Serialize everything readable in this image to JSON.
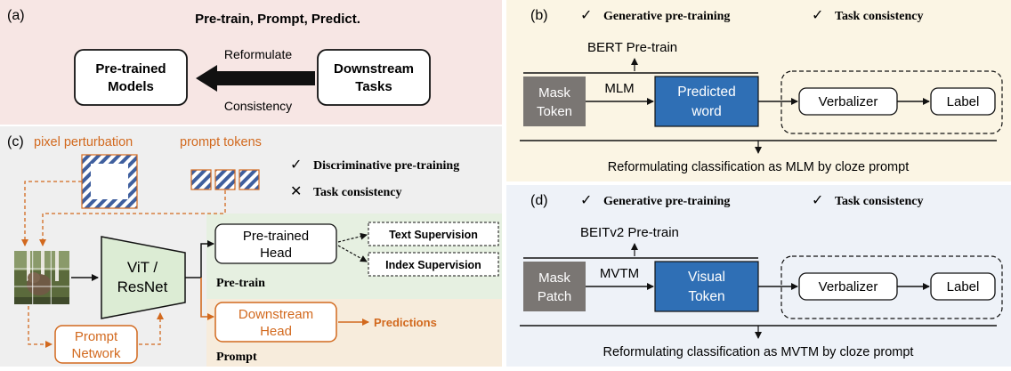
{
  "colors": {
    "panel_a_bg": "#f7e6e4",
    "panel_b_bg": "#fbf5e4",
    "panel_c_bg": "#efefef",
    "panel_d_bg": "#eef2f8",
    "pretrain_region_bg": "#e6f0e1",
    "prompt_region_bg": "#f7ecdc",
    "orange": "#d2691e",
    "blue_box": "#2f6fb5",
    "gray_box": "#7a7673",
    "vit_fill": "#dcecd4"
  },
  "panel_a": {
    "tag": "(a)",
    "title": "Pre-train, Prompt, Predict.",
    "left_box_line1": "Pre-trained",
    "left_box_line2": "Models",
    "right_box_line1": "Downstream",
    "right_box_line2": "Tasks",
    "arrow_top_label": "Reformulate",
    "arrow_bottom_label": "Consistency"
  },
  "panel_b": {
    "tag": "(b)",
    "check1": "✓",
    "check1_label": "Generative pre-training",
    "check2": "✓",
    "check2_label": "Task consistency",
    "pretrain_label": "BERT Pre-train",
    "input_line1": "Mask",
    "input_line2": "Token",
    "edge_label": "MLM",
    "mid_line1": "Predicted",
    "mid_line2": "word",
    "verbalizer": "Verbalizer",
    "label": "Label",
    "caption": "Reformulating classification as MLM by cloze prompt"
  },
  "panel_c": {
    "tag": "(c)",
    "pixel_label": "pixel perturbation",
    "prompt_tokens_label": "prompt tokens",
    "check1": "✓",
    "check1_label": "Discriminative pre-training",
    "check2": "✕",
    "check2_label": "Task consistency",
    "backbone_line1": "ViT /",
    "backbone_line2": "ResNet",
    "head_line1": "Pre-trained",
    "head_line2": "Head",
    "text_supervision": "Text Supervision",
    "index_supervision": "Index Supervision",
    "pretrain_label": "Pre-train",
    "ds_head_line1": "Downstream",
    "ds_head_line2": "Head",
    "predictions": "Predictions",
    "prompt_label": "Prompt",
    "prompt_net_line1": "Prompt",
    "prompt_net_line2": "Network"
  },
  "panel_d": {
    "tag": "(d)",
    "check1": "✓",
    "check1_label": "Generative pre-training",
    "check2": "✓",
    "check2_label": "Task consistency",
    "pretrain_label": "BEITv2 Pre-train",
    "input_line1": "Mask",
    "input_line2": "Patch",
    "edge_label": "MVTM",
    "mid_line1": "Visual",
    "mid_line2": "Token",
    "verbalizer": "Verbalizer",
    "label": "Label",
    "caption": "Reformulating classification as MVTM by cloze prompt"
  }
}
